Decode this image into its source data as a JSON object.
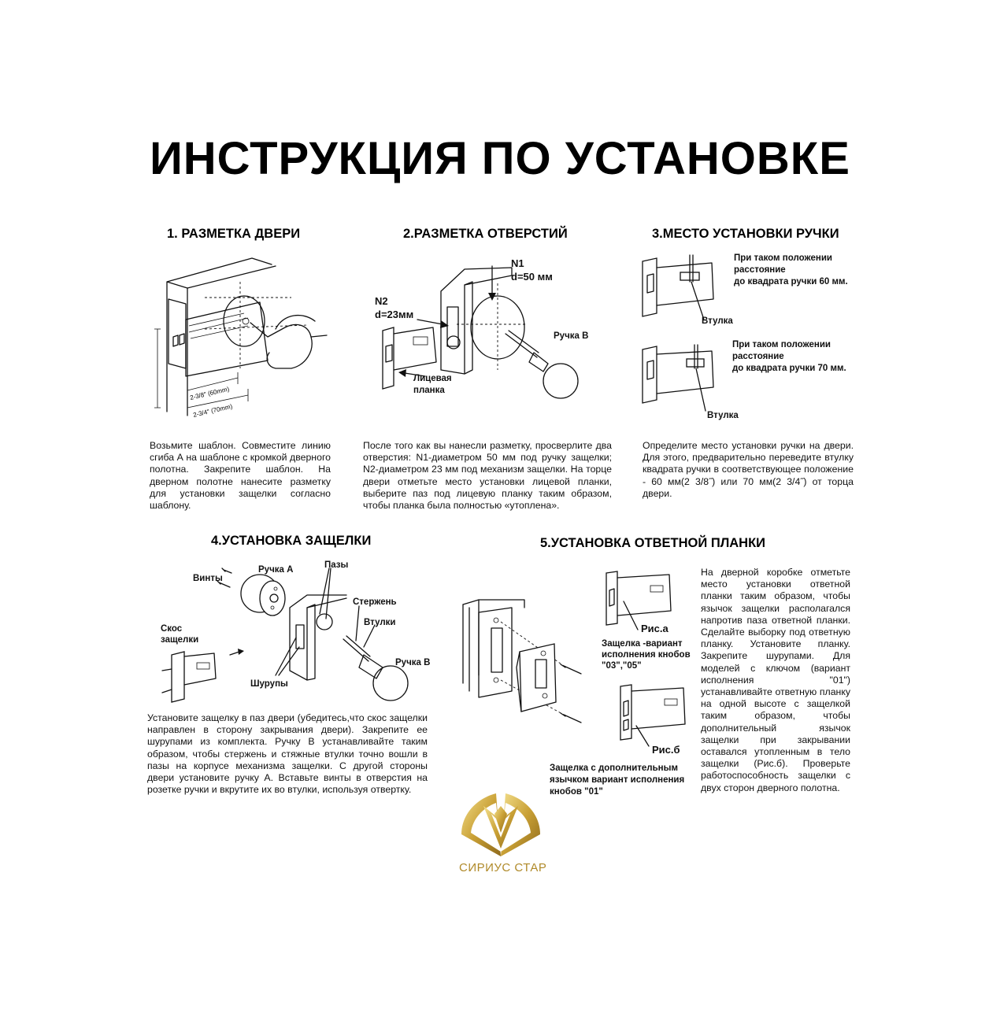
{
  "title": "ИНСТРУКЦИЯ ПО УСТАНОВКЕ",
  "step1": {
    "title": "1. РАЗМЕТКА ДВЕРИ",
    "dim_60": "2-3/8\" (60mm)",
    "dim_70": "2-3/4\" (70mm)",
    "text": "Возьмите шаблон. Совместите линию сгиба А на шаблоне с кромкой дверного полотна. Закрепите шаблон. На дверном полотне нанесите разметку для установки защелки согласно шаблону."
  },
  "step2": {
    "title": "2.РАЗМЕТКА ОТВЕРСТИЙ",
    "n1": "N1",
    "n1_d": "d=50 мм",
    "n2": "N2",
    "n2_d": "d=23мм",
    "handle_b": "Ручка В",
    "faceplate_1": "Лицевая",
    "faceplate_2": "планка",
    "text": "После того как вы нанесли разметку, просверлите два отверстия: N1-диаметром 50 мм под ручку защелки; N2-диаметром 23 мм под механизм защелки. На торце двери отметьте место установки лицевой планки, выберите паз под лицевую планку таким образом, чтобы планка была полностью «утоплена»."
  },
  "step3": {
    "title": "3.МЕСТО УСТАНОВКИ РУЧКИ",
    "note60_1": "При таком положении",
    "note60_2": "расстояние",
    "note60_3": "до квадрата ручки 60 мм.",
    "sleeve1": "Втулка",
    "note70_1": "При таком положении",
    "note70_2": "расстояние",
    "note70_3": "до квадрата ручки 70 мм.",
    "sleeve2": "Втулка",
    "text": "Определите место установки ручки на двери. Для этого, предварительно переведите втулку квадрата ручки в соответствующее положение - 60 мм(2 3/8˝) или 70 мм(2 3/4˝) от торца двери."
  },
  "step4": {
    "title": "4.УСТАНОВКА ЗАЩЕЛКИ",
    "screws": "Винты",
    "handle_a": "Ручка А",
    "slots": "Пазы",
    "rod": "Стержень",
    "sleeves": "Втулки",
    "bevel_1": "Скос",
    "bevel_2": "защелки",
    "screws2": "Шурупы",
    "handle_b": "Ручка В",
    "text": "Установите защелку в паз двери (убедитесь,что скос защелки направлен в сторону закрывания двери). Закрепите ее шурупами из комплекта. Ручку В устанавливайте таким образом, чтобы стержень и стяжные втулки точно вошли в пазы на корпусе механизма защелки. С другой стороны двери установите ручку А. Вставьте винты в отверстия на розетке ручки и вкрутите их во втулки, используя отвертку."
  },
  "step5": {
    "title": "5.УСТАНОВКА ОТВЕТНОЙ ПЛАНКИ",
    "fig_a": "Рис.а",
    "fig_a_cap_1": "Защелка -вариант",
    "fig_a_cap_2": "исполнения кнобов",
    "fig_a_cap_3": "\"03\",\"05\"",
    "fig_b": "Рис.б",
    "bottom_cap_1": "Защелка с дополнительным",
    "bottom_cap_2": "язычком вариант исполнения",
    "bottom_cap_3": "кнобов \"01\"",
    "text": "На дверной коробке отметьте место установки ответной планки таким образом, чтобы язычок защелки располагался напротив паза ответной планки. Сделайте выборку под ответную планку. Установите планку. Закрепите шурупами. Для моделей с ключом (вариант исполнения \"01\") устанавливайте ответную планку на одной высоте с защелкой таким образом, чтобы дополнительный язычок защелки при закрывании оставался утопленным в тело защелки (Рис.б). Проверьте работоспособность защелки с двух сторон дверного полотна."
  },
  "brand": {
    "name": "СИРИУС СТАР",
    "gold": "#c9a035"
  }
}
